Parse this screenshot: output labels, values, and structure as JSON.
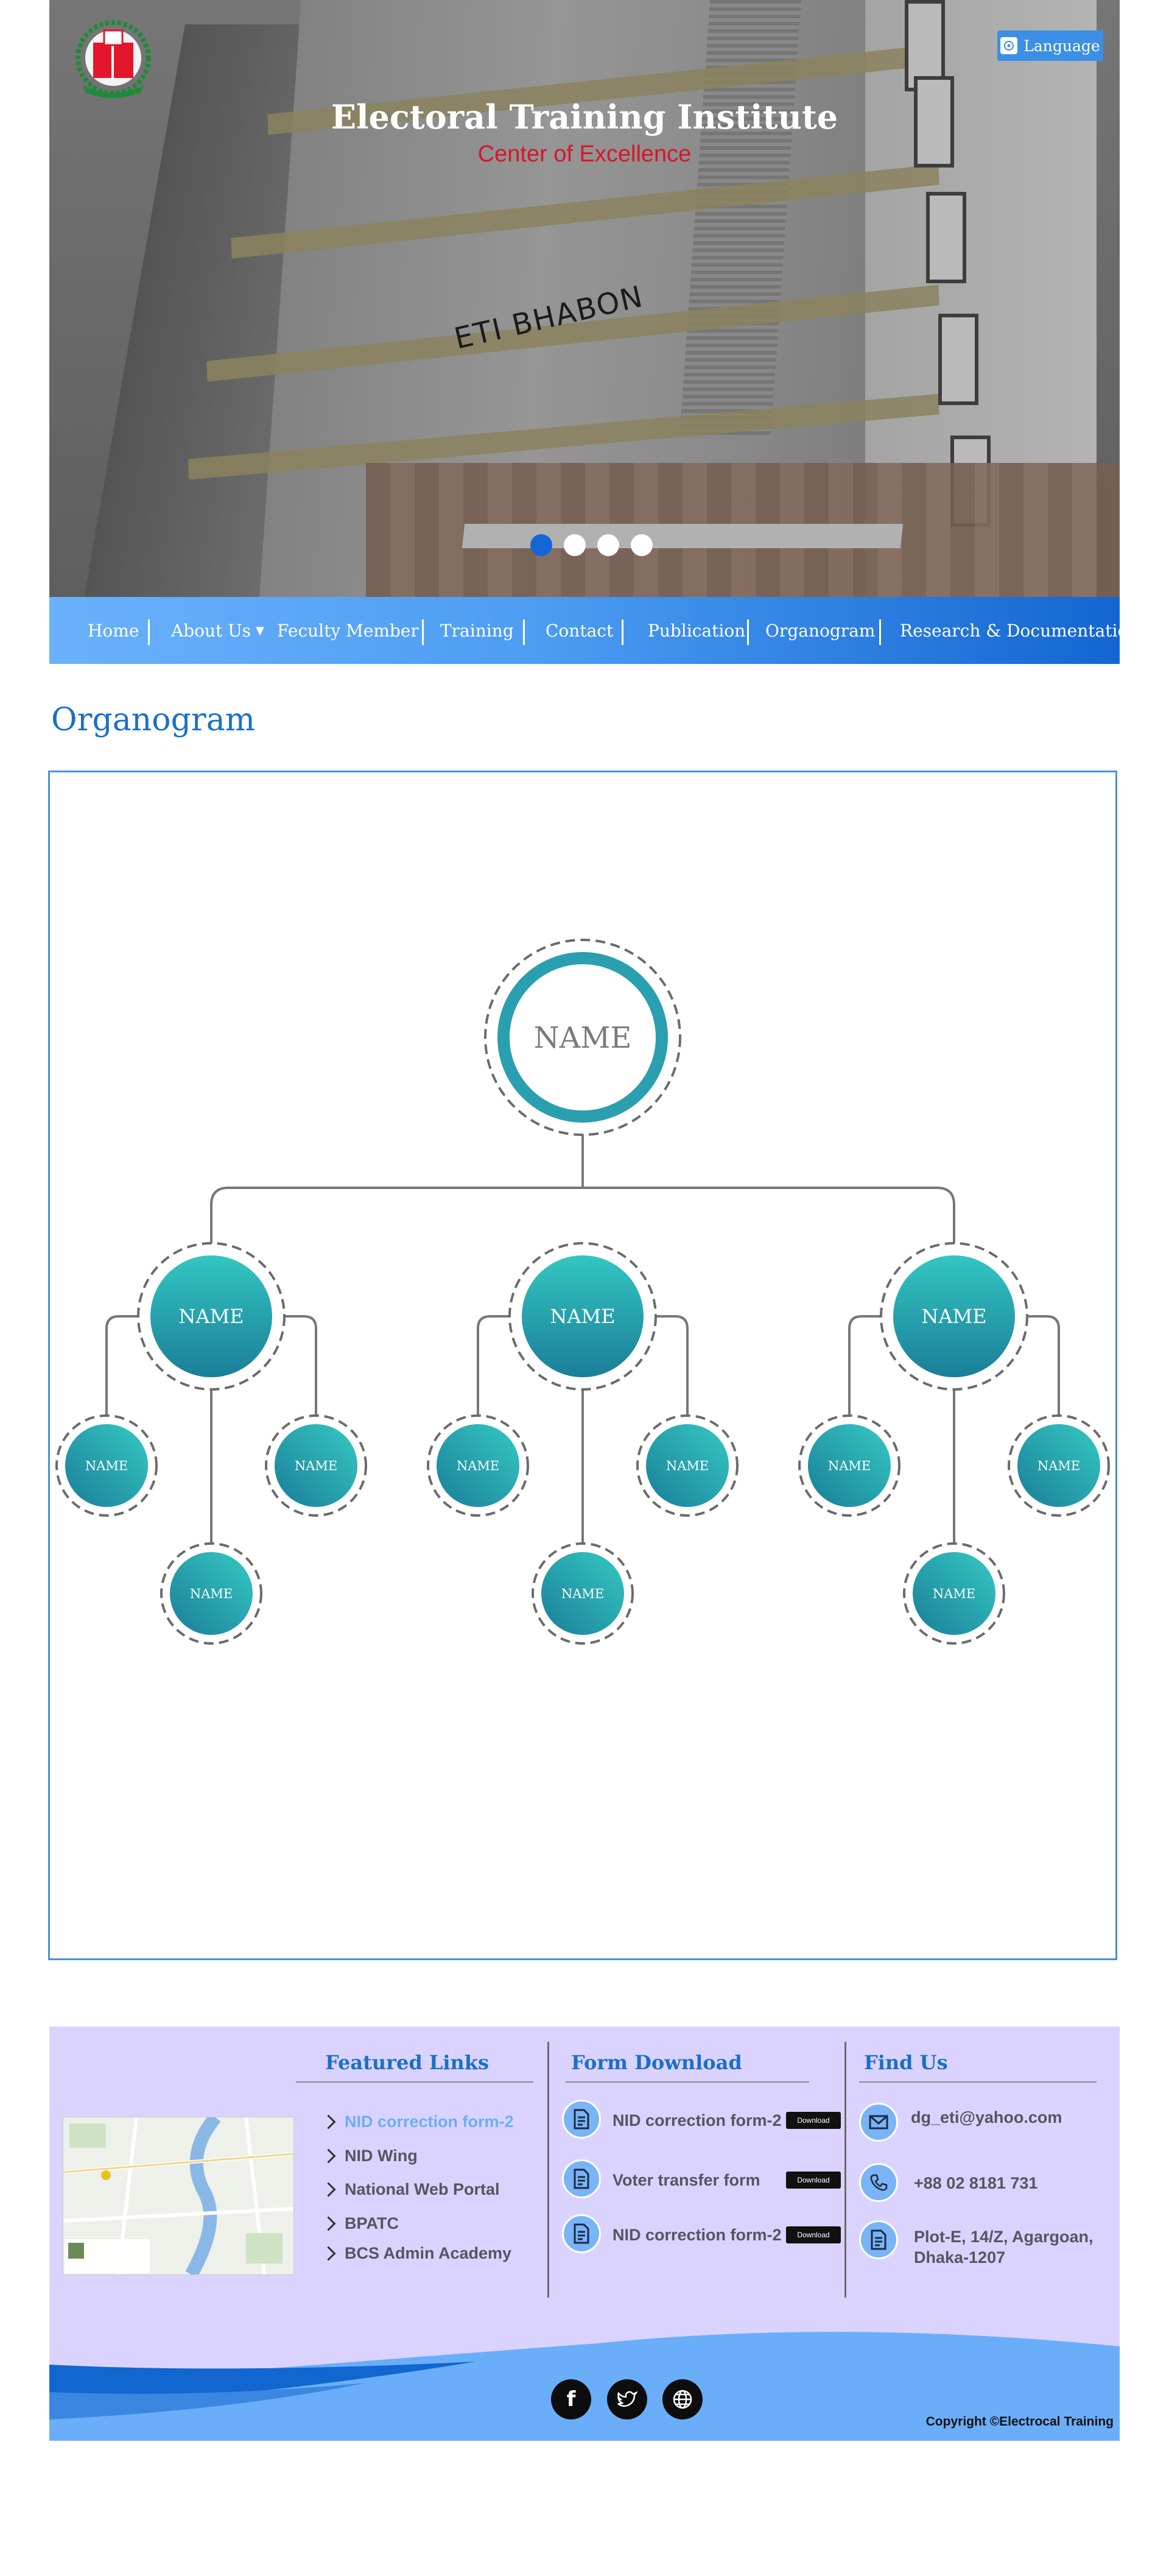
{
  "header": {
    "title": "Electoral Training Institute",
    "subtitle": "Center of Excellence",
    "building_sign": "ETI BHABON",
    "language_label": "Language",
    "slider_dots": 4,
    "active_dot": 0
  },
  "nav": {
    "items": [
      {
        "label": "Home"
      },
      {
        "label": "About Us",
        "has_dropdown": true
      },
      {
        "label": "Feculty Member"
      },
      {
        "label": "Training"
      },
      {
        "label": "Contact"
      },
      {
        "label": "Publication"
      },
      {
        "label": "Organogram"
      },
      {
        "label": "Research & Documentation"
      }
    ]
  },
  "page": {
    "title": "Organogram"
  },
  "organogram": {
    "root": "NAME",
    "level2": [
      "NAME",
      "NAME",
      "NAME"
    ],
    "level3": [
      [
        "NAME",
        "NAME",
        "NAME"
      ],
      [
        "NAME",
        "NAME",
        "NAME"
      ],
      [
        "NAME",
        "NAME",
        "NAME"
      ]
    ]
  },
  "footer": {
    "featured": {
      "heading": "Featured Links",
      "links": [
        "NID correction form-2",
        "NID Wing",
        "National Web Portal",
        "BPATC",
        "BCS Admin Academy"
      ],
      "highlighted_index": 0
    },
    "forms": {
      "heading": "Form Download",
      "items": [
        "NID correction form-2",
        "Voter transfer form",
        "NID correction form-2"
      ],
      "button_label": "Download"
    },
    "find_us": {
      "heading": "Find Us",
      "email": "dg_eti@yahoo.com",
      "phone": "+88 02 8181 731",
      "address_line1": "Plot-E, 14/Z, Agargoan,",
      "address_line2": "Dhaka-1207"
    },
    "copyright": "Copyright ©Electrocal Training"
  },
  "colors": {
    "accent_blue": "#1a6fc9",
    "nav_gradient_start": "#6ab1fb",
    "nav_gradient_end": "#1366d1",
    "subtitle_red": "#d8152b",
    "node_teal": "#2ab3b8",
    "footer_bg": "#dbd3ff"
  }
}
